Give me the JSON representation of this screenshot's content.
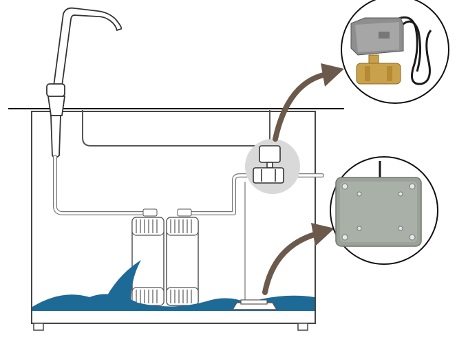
{
  "title": "",
  "colors": {
    "background": "#ffffff",
    "line": "#222222",
    "pipe": "#8a8a8a",
    "filter_fill": "#ffffff",
    "filter_stroke": "#555555",
    "water": "#1e6a96",
    "arrow": "#6b5a4c",
    "highlight_circle": "#d9d9d9",
    "valve_brass": "#c9a14a",
    "valve_head": "#8e8e8e",
    "sensor_body": "#9aa29a",
    "cable": "#1a1a1a"
  },
  "components": {
    "faucet": {
      "icon": "faucet-icon"
    },
    "sink_counter": {
      "icon": "counter-line"
    },
    "sink_basin": {
      "icon": "sink-basin"
    },
    "cabinet": {
      "icon": "cabinet-outline"
    },
    "filter_cartridges": {
      "icon": "filter-cartridge-icon",
      "count": 2
    },
    "motorized_valve": {
      "icon": "motorized-ball-valve-icon"
    },
    "valve_photo": {
      "icon": "motorized-ball-valve-photo"
    },
    "leak_sensor": {
      "icon": "leak-sensor-icon"
    },
    "sensor_photo": {
      "icon": "leak-sensor-photo"
    },
    "leak_water": {
      "icon": "water-splash-icon"
    }
  }
}
